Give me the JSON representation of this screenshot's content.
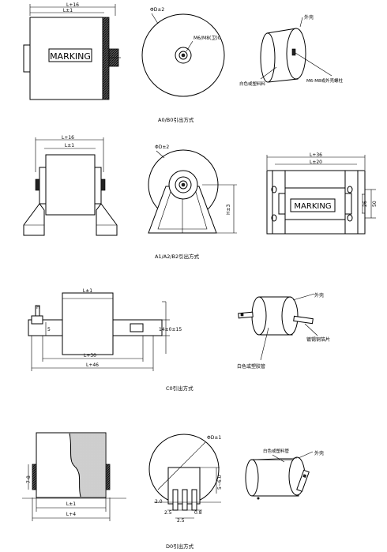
{
  "labels": {
    "a0_len_outer": "L+16",
    "a0_len_inner": "L±1",
    "a0_marking": "MARKING",
    "a0_dia": "ΦD±2",
    "a0_stud": "M6/M8(卫)0",
    "a0_iso_cap": "外壳",
    "a0_iso_body": "白色或塑料料",
    "a0_iso_stud": "M6-M8或外壳螺柱",
    "a0_caption": "A0/B0引出方式",
    "a1_len_outer": "L+16",
    "a1_len_inner": "L±1",
    "a1_dia": "ΦD±2",
    "a1_height": "H±3",
    "a1_len_r_outer": "L+36",
    "a1_len_r_inner": "L±20",
    "a1_marking": "MARKING",
    "a1_dim_a": "26",
    "a1_dim_b": "50",
    "a1_caption": "A1/A2/B2引出方式",
    "c0_top": "L±1",
    "c0_h": "H",
    "c0_five": "5",
    "c0_width": "14±0±15",
    "c0_l30": "L+30",
    "c0_l46": "L+46",
    "c0_iso_cap": "外壳",
    "c0_iso_tab": "镀锡铜箔片",
    "c0_iso_body": "白色或塑胶管",
    "c0_caption": "C0引出方式",
    "d0_dim_left": "7-8",
    "d0_len_inner": "L±1",
    "d0_len_outer": "L+4",
    "d0_dia": "ΦD±1",
    "d0_dim_right": "5~6.0",
    "d0_d1": "2.0",
    "d0_d2": "2.5",
    "d0_d3": "2.5",
    "d0_d4": "0.8",
    "d0_iso_body": "白色或塑料管",
    "d0_iso_cap": "外壳",
    "d0_caption": "D0引出方式"
  }
}
